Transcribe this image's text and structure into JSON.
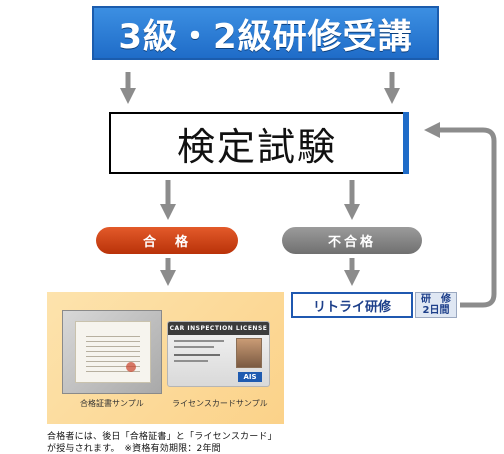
{
  "banner": {
    "title": "3級・2級研修受講"
  },
  "exam": {
    "label": "検定試験"
  },
  "pass": {
    "label": "合　格"
  },
  "fail": {
    "label": "不合格"
  },
  "retry": {
    "label": "リトライ研修",
    "duration_line1": "研　修",
    "duration_line2": "2日間"
  },
  "samples": {
    "certificate_caption": "合格証書サンプル",
    "card_caption": "ライセンスカードサンプル",
    "card_header": "CAR INSPECTION LICENSE",
    "card_logo": "AIS"
  },
  "footer": {
    "line1": "合格者には、後日「合格証書」と「ライセンスカード」",
    "line2": "が授与されます。　※資格有効期限：2年間"
  },
  "colors": {
    "banner": "#1f6cc8",
    "pass": "#c8400f",
    "fail": "#8a8a8a",
    "retry_border": "#1f58b0",
    "arrow": "#8c8c8c",
    "panel": "#fcd99a"
  }
}
